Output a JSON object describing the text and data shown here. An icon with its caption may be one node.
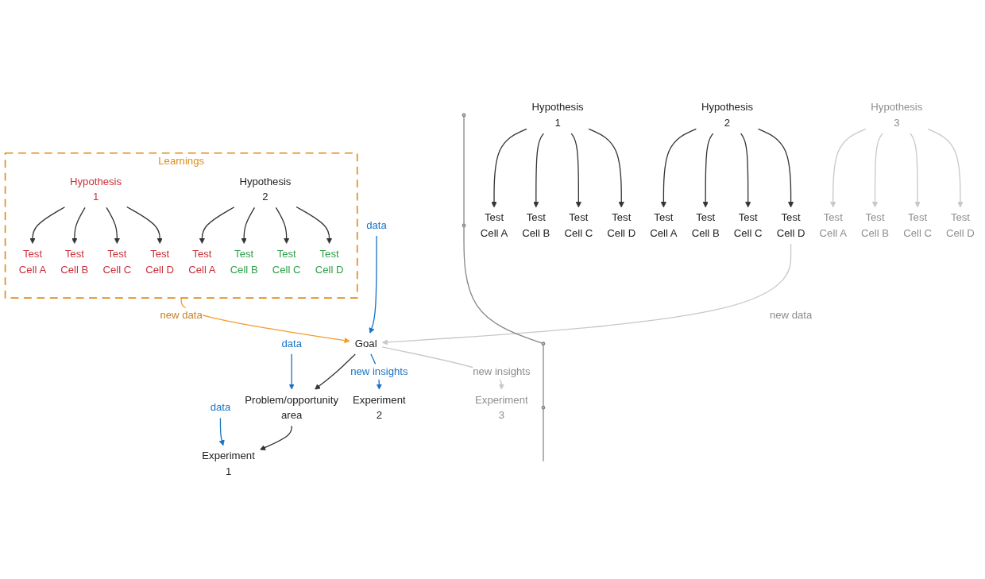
{
  "diagram": {
    "nodes": [
      {
        "text": [
          "data"
        ]
      },
      {
        "text": [
          "data"
        ]
      },
      {
        "text": [
          "data"
        ]
      },
      {
        "text": [
          "Goal"
        ]
      },
      {
        "text": [
          "Problem/opportunity area"
        ]
      },
      {
        "text": [
          "Experiment 1"
        ]
      },
      {
        "text": [
          "Experiment 2"
        ]
      },
      {
        "text": [
          "Experiment 3"
        ]
      },
      {
        "text": [],
        "shape": "circle"
      },
      {
        "text": [],
        "shape": "circle"
      },
      {
        "text": [],
        "shape": "circle"
      },
      {
        "text": [],
        "shape": "circle"
      },
      {
        "text": [
          "Learnings"
        ]
      },
      {
        "text": [
          "Hypothesis 1"
        ],
        "in": 12
      },
      {
        "text": [
          "Test Cell A"
        ],
        "in": 12
      },
      {
        "text": [
          "Test Cell B"
        ],
        "in": 12
      },
      {
        "text": [
          "Test Cell C"
        ],
        "in": 12
      },
      {
        "text": [
          "Test Cell D"
        ],
        "in": 12
      },
      {
        "text": [
          "Hypothesis 2"
        ],
        "in": 12
      },
      {
        "text": [
          "Test Cell A"
        ],
        "in": 12
      },
      {
        "text": [
          "Test Cell B"
        ],
        "in": 12
      },
      {
        "text": [
          "Test Cell C"
        ],
        "in": 12
      },
      {
        "text": [
          "Test Cell D"
        ],
        "in": 12
      },
      {
        "text": [
          "Hypothesis 1"
        ]
      },
      {
        "text": [
          "Test Cell A"
        ]
      },
      {
        "text": [
          "Test Cell B"
        ]
      },
      {
        "text": [
          "Test Cell C"
        ]
      },
      {
        "text": [
          "Test Cell D"
        ]
      },
      {
        "text": [
          "Hypothesis 2"
        ]
      },
      {
        "text": [
          "Test Cell A"
        ]
      },
      {
        "text": [
          "Test Cell B"
        ]
      },
      {
        "text": [
          "Test Cell C"
        ]
      },
      {
        "text": [
          "Test Cell D"
        ]
      },
      {
        "text": [
          "Hypothesis 3"
        ]
      },
      {
        "text": [
          "Test Cell A"
        ]
      },
      {
        "text": [
          "Test Cell B"
        ]
      },
      {
        "text": [
          "Test Cell C"
        ]
      },
      {
        "text": [
          "Test Cell D"
        ]
      }
    ],
    "edges": [
      {
        "from": 0,
        "to": 3,
        "arrow": "to",
        "color": "#1a73c4"
      },
      {
        "from": 3,
        "to": 4,
        "arrow": "to"
      },
      {
        "from": 1,
        "to": 4,
        "arrow": "to",
        "color": "#1a73c4"
      },
      {
        "from": 4,
        "to": 5,
        "arrow": "to"
      },
      {
        "from": 2,
        "to": 5,
        "arrow": "to",
        "color": "#1a73c4"
      },
      {
        "from": 3,
        "to": 6,
        "arrow": "to",
        "label": "new insights",
        "color": "#1a73c4"
      },
      {
        "from": 3,
        "to": 7,
        "arrow": "to",
        "label": "new insights",
        "color": "#c8c8c8"
      },
      {
        "from": 12,
        "to": 3,
        "arrow": "to",
        "label": "new data",
        "color": "#f39c2c"
      },
      {
        "from": 32,
        "to": 3,
        "arrow": "to",
        "label": "new data",
        "color": "#c8c8c8"
      },
      {
        "from": 8,
        "to": 9,
        "arrow": "none",
        "color": "#888888"
      },
      {
        "from": 9,
        "to": 10,
        "arrow": "none",
        "color": "#888888"
      },
      {
        "from": 10,
        "to": 11,
        "arrow": "none",
        "color": "#888888"
      },
      {
        "from": 11,
        "to": null,
        "arrow": "none",
        "color": "#888888"
      },
      {
        "from": 13,
        "to": 14,
        "arrow": "to"
      },
      {
        "from": 13,
        "to": 15,
        "arrow": "to"
      },
      {
        "from": 13,
        "to": 16,
        "arrow": "to"
      },
      {
        "from": 13,
        "to": 17,
        "arrow": "to"
      },
      {
        "from": 18,
        "to": 19,
        "arrow": "to"
      },
      {
        "from": 18,
        "to": 20,
        "arrow": "to"
      },
      {
        "from": 18,
        "to": 21,
        "arrow": "to"
      },
      {
        "from": 18,
        "to": 22,
        "arrow": "to"
      },
      {
        "from": 23,
        "to": 24,
        "arrow": "to"
      },
      {
        "from": 23,
        "to": 25,
        "arrow": "to"
      },
      {
        "from": 23,
        "to": 26,
        "arrow": "to"
      },
      {
        "from": 23,
        "to": 27,
        "arrow": "to"
      },
      {
        "from": 28,
        "to": 29,
        "arrow": "to"
      },
      {
        "from": 28,
        "to": 30,
        "arrow": "to"
      },
      {
        "from": 28,
        "to": 31,
        "arrow": "to"
      },
      {
        "from": 28,
        "to": 32,
        "arrow": "to"
      },
      {
        "from": 33,
        "to": 34,
        "arrow": "to",
        "color": "#c8c8c8"
      },
      {
        "from": 33,
        "to": 35,
        "arrow": "to",
        "color": "#c8c8c8"
      },
      {
        "from": 33,
        "to": 36,
        "arrow": "to",
        "color": "#c8c8c8"
      },
      {
        "from": 33,
        "to": 37,
        "arrow": "to",
        "color": "#c8c8c8"
      }
    ]
  }
}
